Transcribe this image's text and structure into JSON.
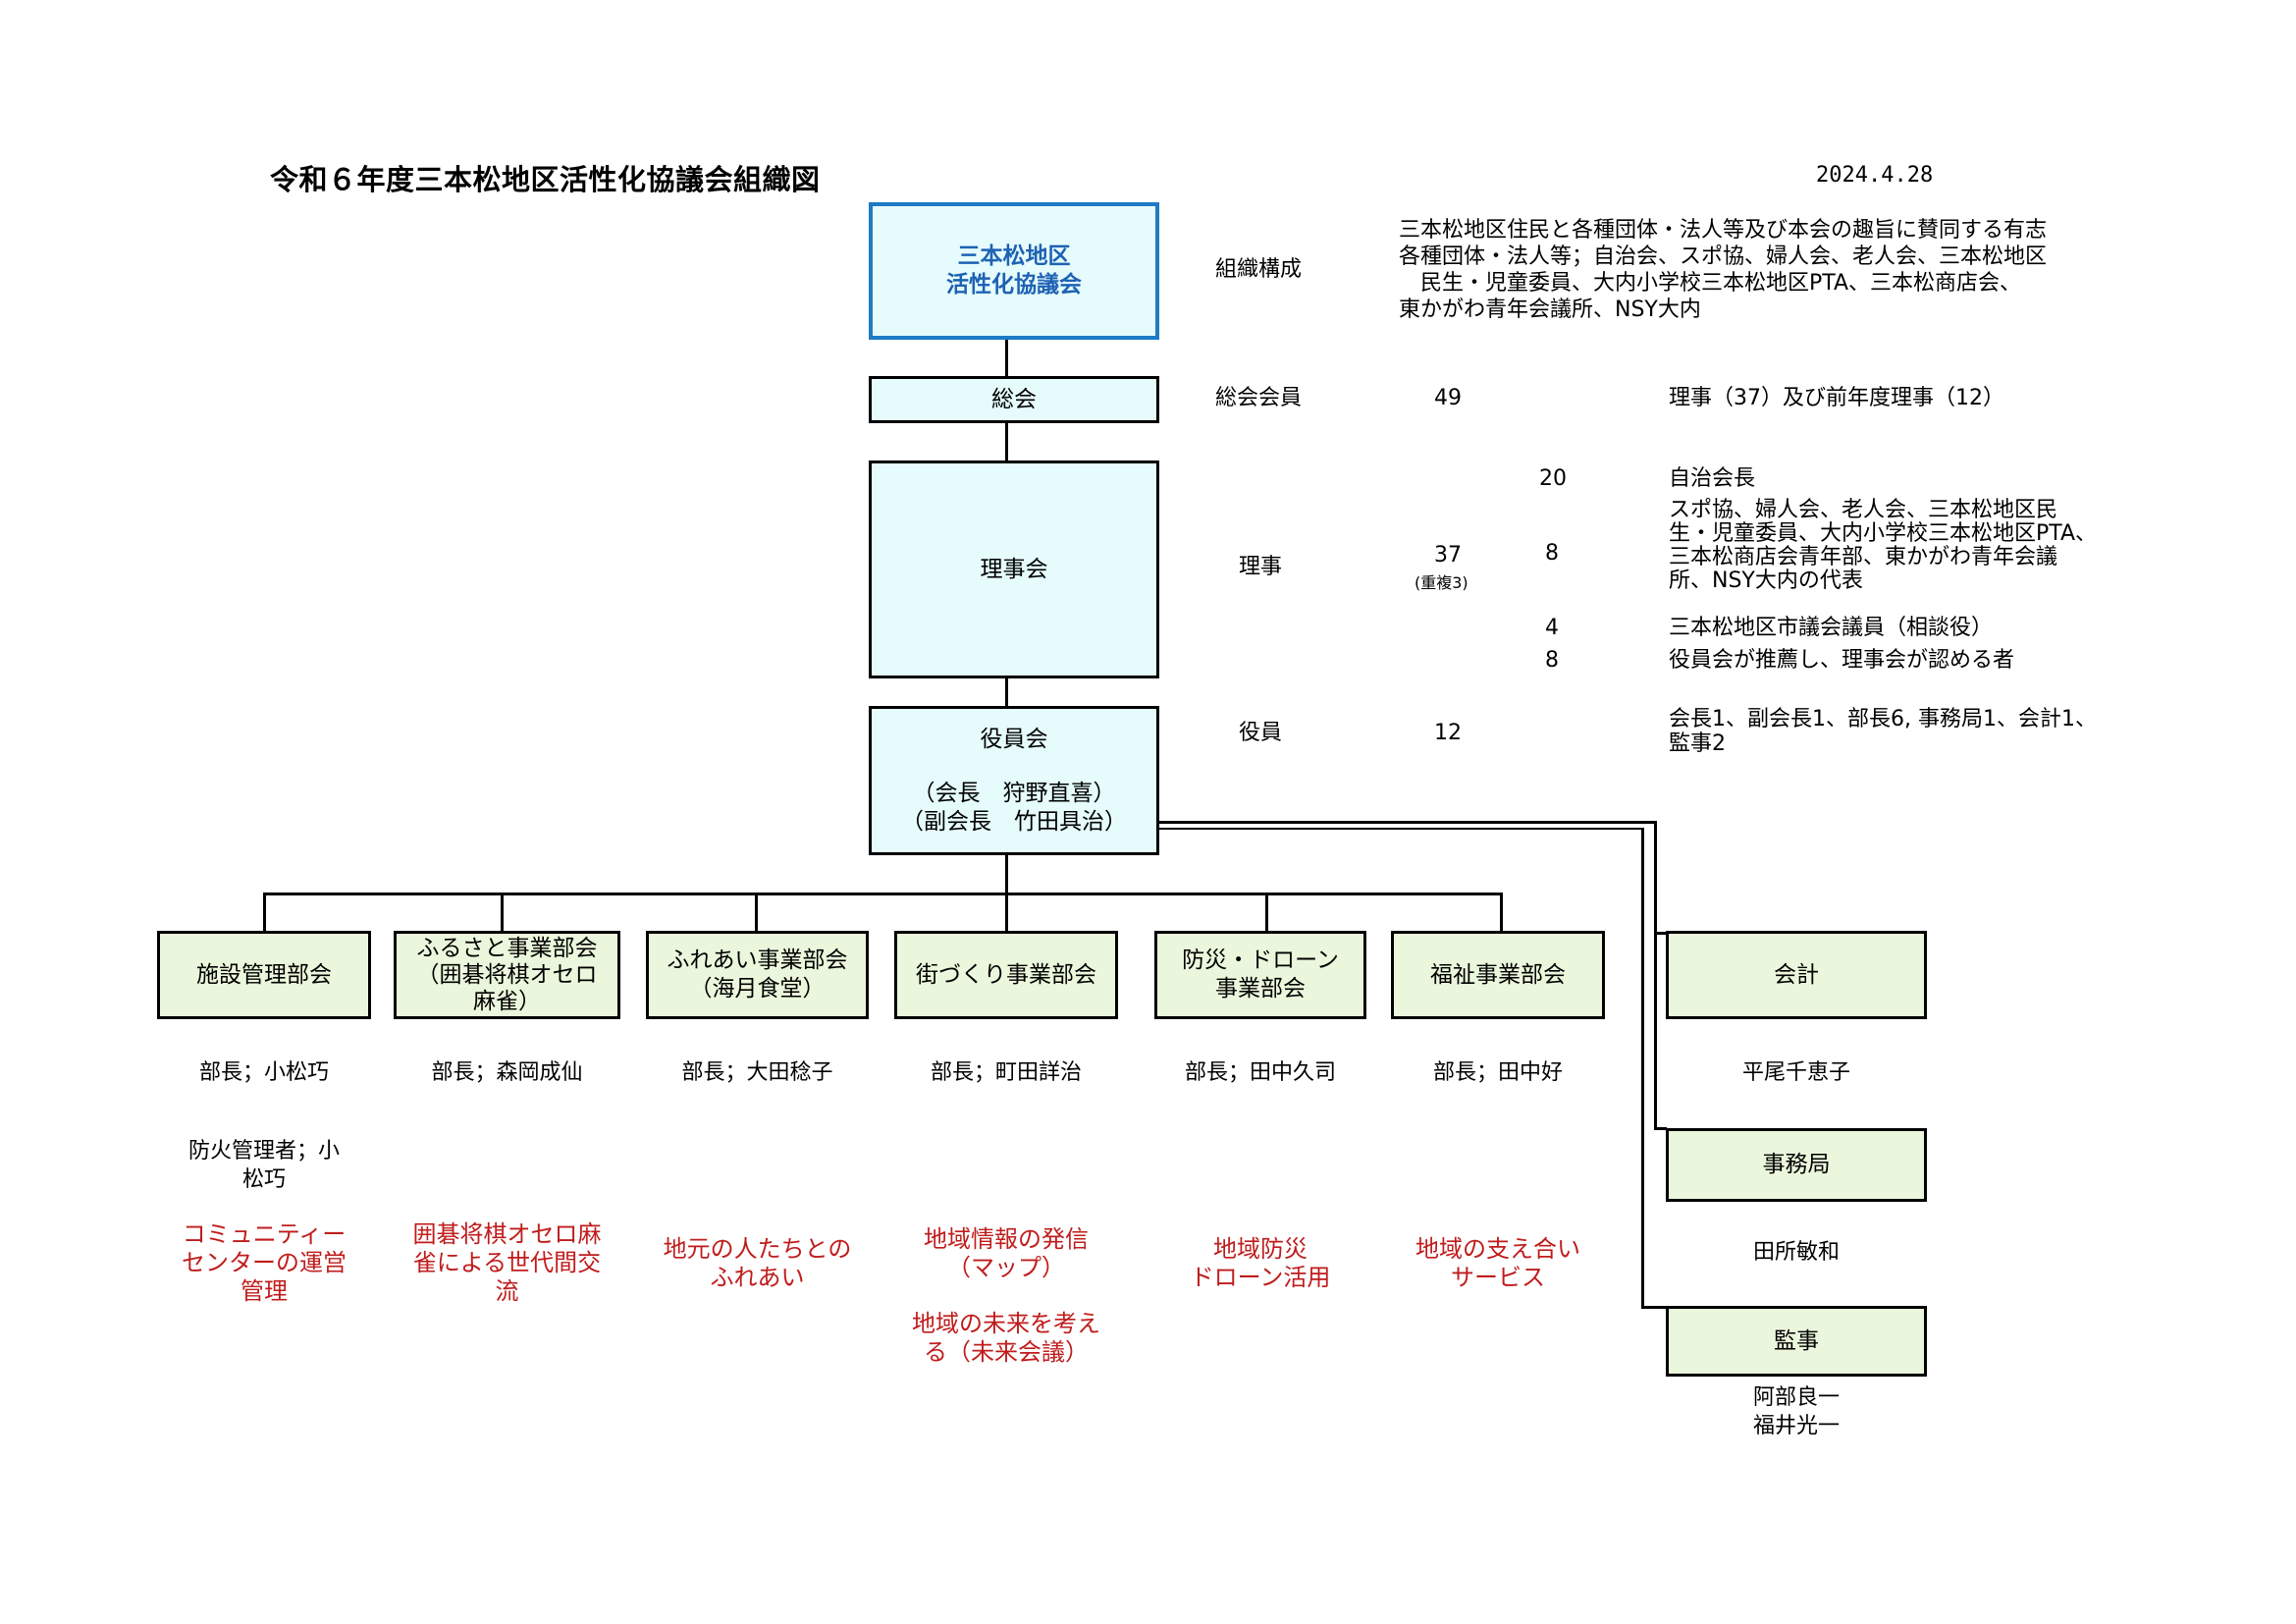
{
  "title": "令和６年度三本松地区活性化協議会組織図",
  "date": "2024.4.28",
  "org": {
    "top": [
      "三本松地区",
      "活性化協議会"
    ],
    "soukai": "総会",
    "rijikai": "理事会",
    "yakuinkai": {
      "label": "役員会",
      "chair": "（会長　狩野直喜）",
      "vice": "（副会長　竹田具治）"
    }
  },
  "info": {
    "composition": {
      "label": "組織構成",
      "lines": [
        "三本松地区住民と各種団体・法人等及び本会の趣旨に賛同する有志",
        "各種団体・法人等；自治会、スポ協、婦人会、老人会、三本松地区",
        "　民生・児童委員、大内小学校三本松地区PTA、三本松商店会、",
        "東かがわ青年会議所、NSY大内"
      ]
    },
    "general": {
      "label": "総会会員",
      "count": "49",
      "desc": "理事（37）及び前年度理事（12）"
    },
    "directors": {
      "label": "理事",
      "count": "37",
      "note": "(重複3)",
      "rows": [
        {
          "n": "20",
          "lines": [
            "自治会長"
          ]
        },
        {
          "n": "8",
          "lines": [
            "スポ協、婦人会、老人会、三本松地区民",
            "生・児童委員、大内小学校三本松地区PTA、",
            "三本松商店会青年部、東かがわ青年会議",
            "所、NSY大内の代表"
          ]
        },
        {
          "n": "4",
          "lines": [
            "三本松地区市議会議員（相談役）"
          ]
        },
        {
          "n": "8",
          "lines": [
            "役員会が推薦し、理事会が認める者"
          ]
        }
      ]
    },
    "officers": {
      "label": "役員",
      "count": "12",
      "lines": [
        "会長1、副会長1、部長6, 事務局1、会計1、",
        "監事2"
      ]
    }
  },
  "departments": [
    {
      "name": [
        "施設管理部会"
      ],
      "head": "部長；小松巧",
      "extra": [
        "防火管理者；小",
        "松巧"
      ],
      "activities": [
        [
          "コミュニティー",
          "センターの運営",
          "管理"
        ]
      ]
    },
    {
      "name": [
        "ふるさと事業部会",
        "（囲碁将棋オセロ",
        "麻雀）"
      ],
      "head": "部長；森岡成仙",
      "extra": [],
      "activities": [
        [
          "囲碁将棋オセロ麻",
          "雀による世代間交",
          "流"
        ]
      ]
    },
    {
      "name": [
        "ふれあい事業部会",
        "（海月食堂）"
      ],
      "head": "部長；大田稔子",
      "extra": [],
      "activities": [
        [
          "地元の人たちとの",
          "ふれあい"
        ]
      ]
    },
    {
      "name": [
        "街づくり事業部会"
      ],
      "head": "部長；町田詳治",
      "extra": [],
      "activities": [
        [
          "地域情報の発信",
          "（マップ）"
        ],
        [
          "地域の未来を考え",
          "る（未来会議）"
        ]
      ]
    },
    {
      "name": [
        "防災・ドローン",
        "事業部会"
      ],
      "head": "部長；田中久司",
      "extra": [],
      "activities": [
        [
          "地域防災",
          "ドローン活用"
        ]
      ]
    },
    {
      "name": [
        "福祉事業部会"
      ],
      "head": "部長；田中好",
      "extra": [],
      "activities": [
        [
          "地域の支え合い",
          "サービス"
        ]
      ]
    }
  ],
  "staff": [
    {
      "role": "会計",
      "people": [
        "平尾千恵子"
      ]
    },
    {
      "role": "事務局",
      "people": [
        "田所敏和"
      ]
    },
    {
      "role": "監事",
      "people": [
        "阿部良一",
        "福井光一"
      ]
    }
  ],
  "colors": {
    "top_border": "#1e7bc4",
    "top_text": "#1e62b4",
    "cyan_fill": "#e6fcfc",
    "green_fill": "#ebf7dc",
    "activity_text": "#c01c1c"
  }
}
